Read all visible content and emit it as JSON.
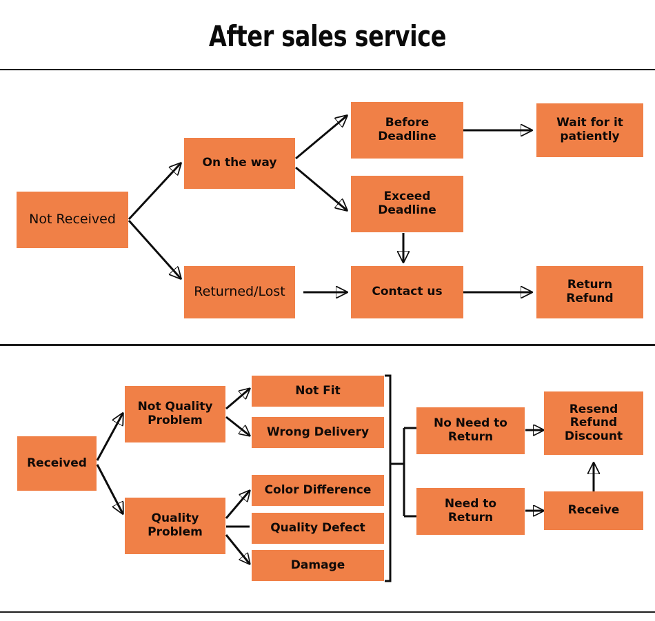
{
  "page": {
    "title": "After sales service",
    "accent_color": "#F08047",
    "line_color": "#0d0d0d",
    "background": "#ffffff"
  },
  "sections": [
    {
      "id": "not-received-flow",
      "nodes": [
        {
          "id": "not-received",
          "label": "Not Received",
          "weight": "light"
        },
        {
          "id": "on-the-way",
          "label": "On the way",
          "weight": "bold"
        },
        {
          "id": "returned-lost",
          "label": "Returned/Lost",
          "weight": "light"
        },
        {
          "id": "before-deadline",
          "label": "Before\nDeadline",
          "weight": "bold"
        },
        {
          "id": "exceed-deadline",
          "label": "Exceed\nDeadline",
          "weight": "bold"
        },
        {
          "id": "contact-us",
          "label": "Contact us",
          "weight": "bold"
        },
        {
          "id": "wait-patiently",
          "label": "Wait for it\npatiently",
          "weight": "bold"
        },
        {
          "id": "return-refund",
          "label": "Return\nRefund",
          "weight": "bold"
        }
      ],
      "edges": [
        {
          "from": "not-received",
          "to": "on-the-way"
        },
        {
          "from": "not-received",
          "to": "returned-lost"
        },
        {
          "from": "on-the-way",
          "to": "before-deadline"
        },
        {
          "from": "on-the-way",
          "to": "exceed-deadline"
        },
        {
          "from": "before-deadline",
          "to": "wait-patiently"
        },
        {
          "from": "exceed-deadline",
          "to": "contact-us"
        },
        {
          "from": "returned-lost",
          "to": "contact-us"
        },
        {
          "from": "contact-us",
          "to": "return-refund"
        }
      ]
    },
    {
      "id": "received-flow",
      "nodes": [
        {
          "id": "received",
          "label": "Received",
          "weight": "bold"
        },
        {
          "id": "not-quality-problem",
          "label": "Not Quality\nProblem",
          "weight": "bold"
        },
        {
          "id": "quality-problem",
          "label": "Quality\nProblem",
          "weight": "bold"
        },
        {
          "id": "not-fit",
          "label": "Not Fit",
          "weight": "bold"
        },
        {
          "id": "wrong-delivery",
          "label": "Wrong Delivery",
          "weight": "bold"
        },
        {
          "id": "color-difference",
          "label": "Color Difference",
          "weight": "bold"
        },
        {
          "id": "quality-defect",
          "label": "Quality Defect",
          "weight": "bold"
        },
        {
          "id": "damage",
          "label": "Damage",
          "weight": "bold"
        },
        {
          "id": "no-need-to-return",
          "label": "No Need to\nReturn",
          "weight": "bold"
        },
        {
          "id": "need-to-return",
          "label": "Need to\nReturn",
          "weight": "bold"
        },
        {
          "id": "receive",
          "label": "Receive",
          "weight": "bold"
        },
        {
          "id": "resend-refund-discount",
          "label": "Resend\nRefund\nDiscount",
          "weight": "bold"
        }
      ],
      "edges": [
        {
          "from": "received",
          "to": "not-quality-problem"
        },
        {
          "from": "received",
          "to": "quality-problem"
        },
        {
          "from": "not-quality-problem",
          "to": "not-fit"
        },
        {
          "from": "not-quality-problem",
          "to": "wrong-delivery"
        },
        {
          "from": "quality-problem",
          "to": "color-difference"
        },
        {
          "from": "quality-problem",
          "to": "quality-defect"
        },
        {
          "from": "quality-problem",
          "to": "damage"
        },
        {
          "from": "all-reasons",
          "to": "no-need-to-return"
        },
        {
          "from": "all-reasons",
          "to": "need-to-return"
        },
        {
          "from": "no-need-to-return",
          "to": "resend-refund-discount"
        },
        {
          "from": "need-to-return",
          "to": "receive"
        },
        {
          "from": "receive",
          "to": "resend-refund-discount"
        }
      ]
    }
  ]
}
